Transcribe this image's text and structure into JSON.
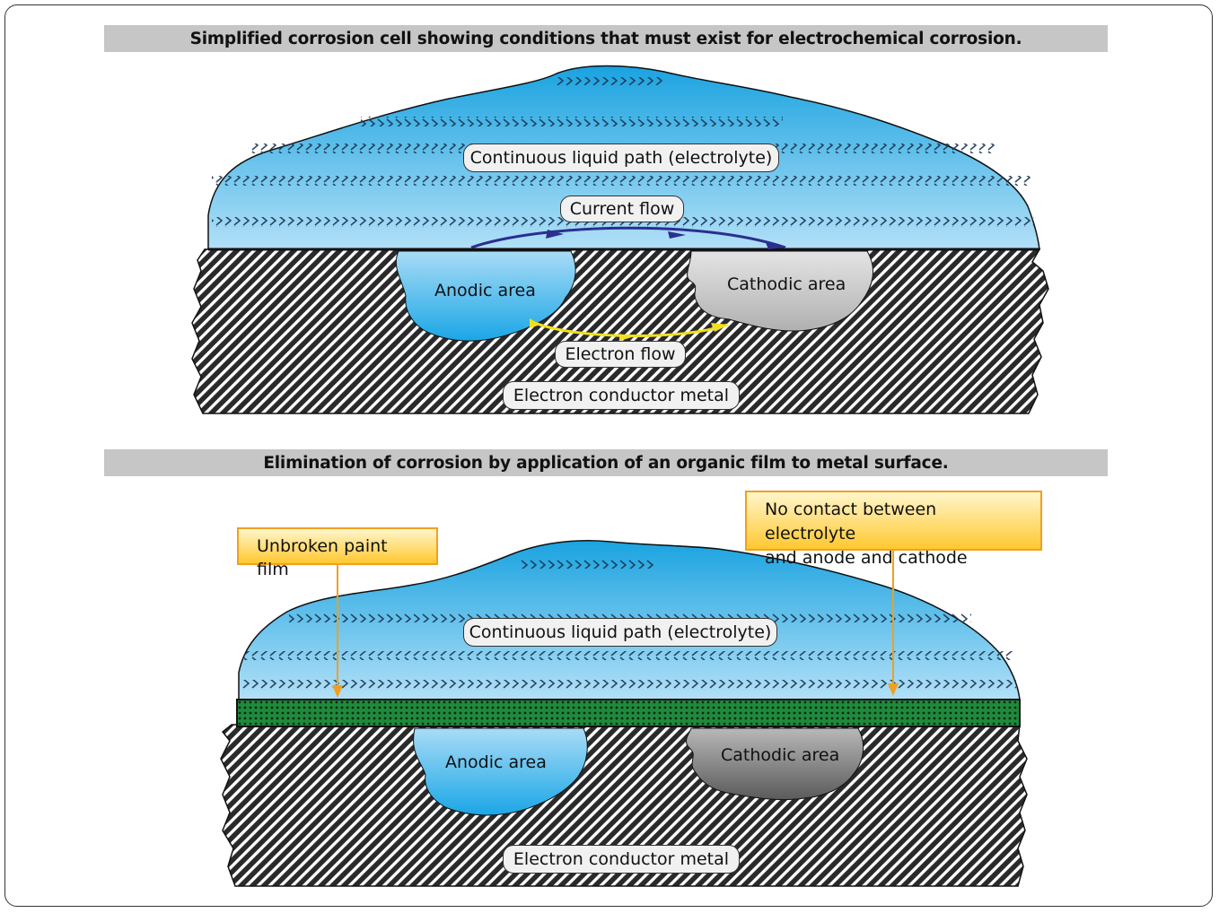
{
  "top": {
    "title": "Simplified corrosion cell showing conditions that must exist for electrochemical corrosion.",
    "electrolyte_label": "Continuous liquid path (electrolyte)",
    "current_label": "Current flow",
    "anodic_label": "Anodic area",
    "cathodic_label": "Cathodic area",
    "electron_flow_label": "Electron flow",
    "metal_label": "Electron conductor metal"
  },
  "bottom": {
    "title": "Elimination of corrosion by application of an organic film to metal surface.",
    "paint_callout": "Unbroken paint film",
    "contact_callout_line1": "No contact between electrolyte",
    "contact_callout_line2": "and anode and cathode",
    "electrolyte_label": "Continuous liquid path (electrolyte)",
    "anodic_label": "Anodic area",
    "cathodic_label": "Cathodic area",
    "metal_label": "Electron conductor metal"
  },
  "colors": {
    "electrolyte_top": "#1aa3e0",
    "electrolyte_bottom": "#a9dcf5",
    "metal": "#2a2a2a",
    "paint_film": "#1f8a3c",
    "current_arrow": "#2b2e8f",
    "electron_arrow": "#f0e020",
    "callout_border": "#f0a020"
  }
}
